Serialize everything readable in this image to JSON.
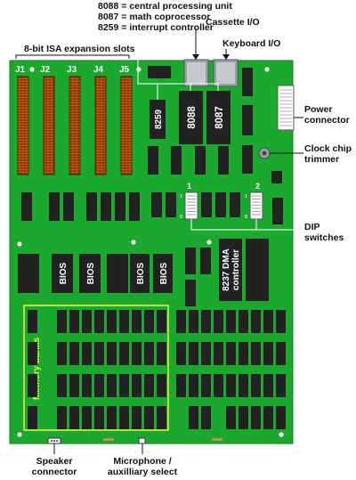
{
  "legend": {
    "line1": "8088 = central processing unit",
    "line2": "8087 = math coprocessor",
    "line3": "8259 = interrupt controller"
  },
  "labels": {
    "isa": "8-bit ISA expansion slots",
    "cassette": "Cassette I/O",
    "keyboard": "Keyboard I/O",
    "power_1": "Power",
    "power_2": "connector",
    "clock_1": "Clock chip",
    "clock_2": "trimmer",
    "dip_1": "DIP",
    "dip_2": "switches",
    "speaker_1": "Speaker",
    "speaker_2": "connector",
    "mic_1": "Microphone /",
    "mic_2": "auxilliary select",
    "memory": "Memory banks"
  },
  "slots": [
    "J1",
    "J2",
    "J3",
    "J4",
    "J5"
  ],
  "chips": {
    "c8259": "8259",
    "c8088": "8088",
    "c8087": "8087",
    "bios": "BIOS",
    "dma_1": "8237 DMA",
    "dma_2": "controller"
  },
  "dip": {
    "sw1": "1",
    "sw2": "2",
    "pin1": "1",
    "pin8": "8"
  },
  "colors": {
    "board": "#1aa82f",
    "chip": "#222222",
    "slot": "#8a2b00",
    "slot_contacts": "#e08a1c",
    "memory_outline": "#e9f03a",
    "pointer": "#ffffff"
  }
}
